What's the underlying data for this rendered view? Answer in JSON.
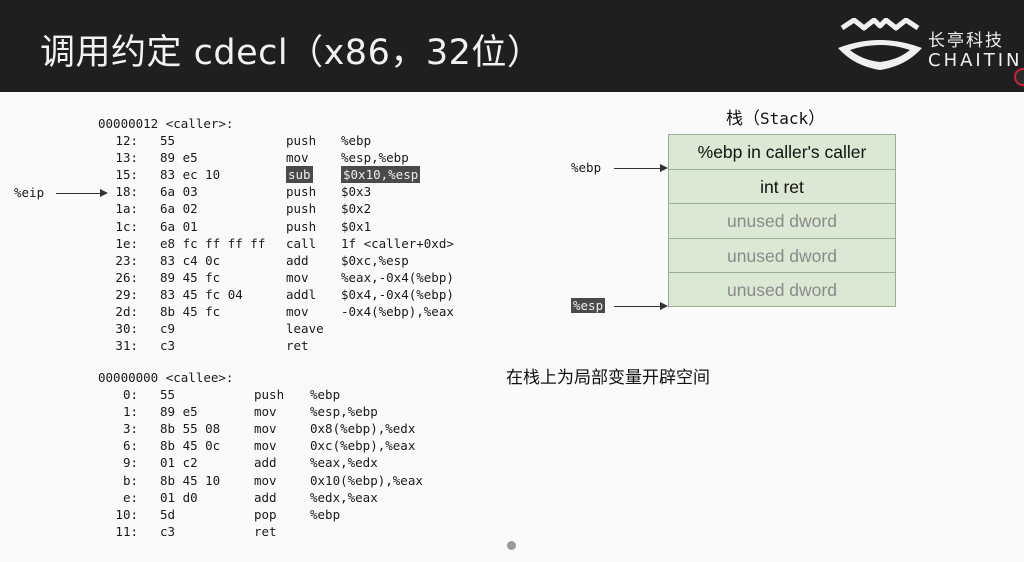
{
  "header": {
    "title": "调用约定 cdecl（x86，32位）",
    "brand_cn": "长亭科技",
    "brand_en": "CHAITIN"
  },
  "caller": {
    "label": "00000012 <caller>:",
    "lines": [
      {
        "offset": "12:",
        "bytes": "55",
        "op": "push",
        "args": "%ebp"
      },
      {
        "offset": "13:",
        "bytes": "89 e5",
        "op": "mov",
        "args": "%esp,%ebp"
      },
      {
        "offset": "15:",
        "bytes": "83 ec 10",
        "op": "sub",
        "args": "$0x10,%esp",
        "highlight": true
      },
      {
        "offset": "18:",
        "bytes": "6a 03",
        "op": "push",
        "args": "$0x3"
      },
      {
        "offset": "1a:",
        "bytes": "6a 02",
        "op": "push",
        "args": "$0x2"
      },
      {
        "offset": "1c:",
        "bytes": "6a 01",
        "op": "push",
        "args": "$0x1"
      },
      {
        "offset": "1e:",
        "bytes": "e8 fc ff ff ff",
        "op": "call",
        "args": "1f <caller+0xd>"
      },
      {
        "offset": "23:",
        "bytes": "83 c4 0c",
        "op": "add",
        "args": "$0xc,%esp"
      },
      {
        "offset": "26:",
        "bytes": "89 45 fc",
        "op": "mov",
        "args": "%eax,-0x4(%ebp)"
      },
      {
        "offset": "29:",
        "bytes": "83 45 fc 04",
        "op": "addl",
        "args": "$0x4,-0x4(%ebp)"
      },
      {
        "offset": "2d:",
        "bytes": "8b 45 fc",
        "op": "mov",
        "args": "-0x4(%ebp),%eax"
      },
      {
        "offset": "30:",
        "bytes": "c9",
        "op": "leave",
        "args": ""
      },
      {
        "offset": "31:",
        "bytes": "c3",
        "op": "ret",
        "args": ""
      }
    ]
  },
  "callee": {
    "label": "00000000 <callee>:",
    "lines": [
      {
        "offset": "0:",
        "bytes": "55",
        "op": "push",
        "args": "%ebp"
      },
      {
        "offset": "1:",
        "bytes": "89 e5",
        "op": "mov",
        "args": "%esp,%ebp"
      },
      {
        "offset": "3:",
        "bytes": "8b 55 08",
        "op": "mov",
        "args": "0x8(%ebp),%edx"
      },
      {
        "offset": "6:",
        "bytes": "8b 45 0c",
        "op": "mov",
        "args": "0xc(%ebp),%eax"
      },
      {
        "offset": "9:",
        "bytes": "01 c2",
        "op": "add",
        "args": "%eax,%edx"
      },
      {
        "offset": "b:",
        "bytes": "8b 45 10",
        "op": "mov",
        "args": "0x10(%ebp),%eax"
      },
      {
        "offset": "e:",
        "bytes": "01 d0",
        "op": "add",
        "args": "%edx,%eax"
      },
      {
        "offset": "10:",
        "bytes": "5d",
        "op": "pop",
        "args": "%ebp"
      },
      {
        "offset": "11:",
        "bytes": "c3",
        "op": "ret",
        "args": ""
      }
    ]
  },
  "registers": {
    "eip": "%eip",
    "ebp": "%ebp",
    "esp": "%esp"
  },
  "stack": {
    "title_cn": "栈（",
    "title_en": "Stack",
    "title_close": "）",
    "cells": [
      {
        "text": "%ebp in caller's caller",
        "state": "used"
      },
      {
        "text": "int ret",
        "state": "used"
      },
      {
        "text": "unused dword",
        "state": "unused"
      },
      {
        "text": "unused dword",
        "state": "unused"
      },
      {
        "text": "unused dword",
        "state": "unused"
      }
    ]
  },
  "caption": "在栈上为局部变量开辟空间",
  "colors": {
    "header_bg": "#1f1f1f",
    "stack_fill": "#dbe8d3",
    "stack_border": "#9bb08f",
    "highlight_bg": "#4a4a4a"
  }
}
